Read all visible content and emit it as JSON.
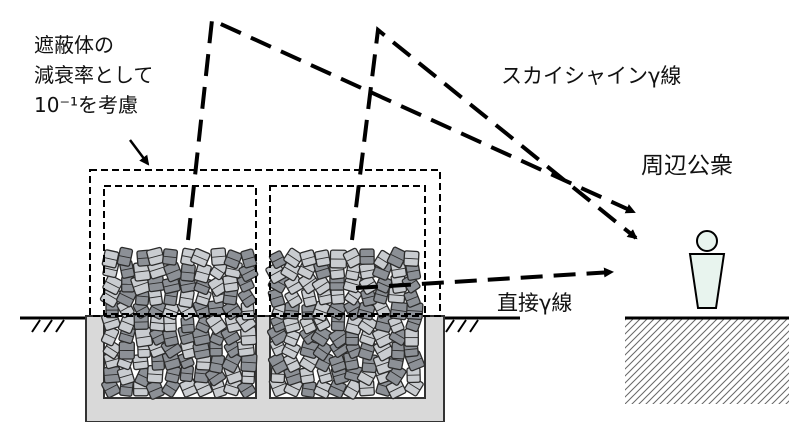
{
  "annotation": {
    "line1": "遮蔽体の",
    "line2": "減衰率として",
    "line3": "10⁻¹を考慮"
  },
  "labels": {
    "skyshine": "スカイシャインγ線",
    "public": "周辺公衆",
    "direct": "直接γ線"
  },
  "colors": {
    "container": "#d9d9d9",
    "drum_fill": "#8c9096",
    "drum_light": "#c9ccd0",
    "person_fill": "#e8f4ee",
    "ground_hatch": "#555555",
    "arrow": "#000000"
  }
}
